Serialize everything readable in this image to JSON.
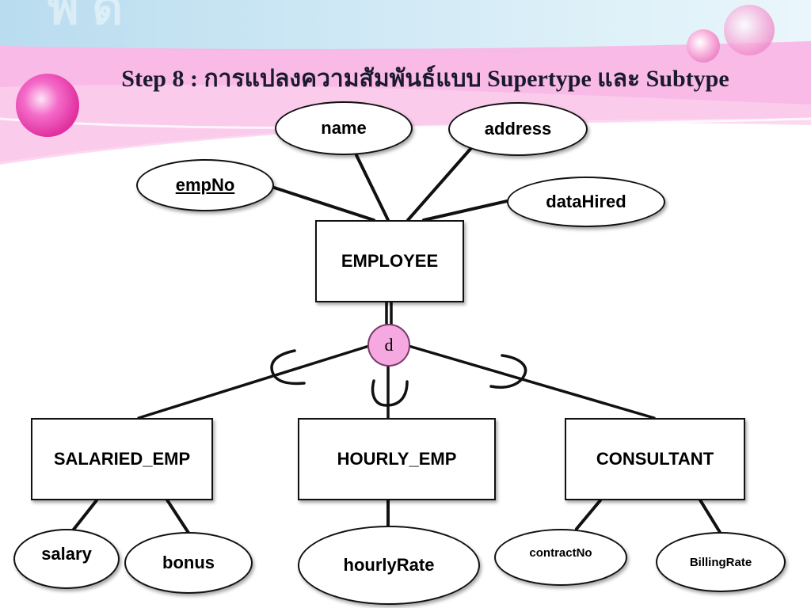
{
  "title": "Step 8 : การแปลงความสัมพันธ์แบบ Supertype และ Subtype",
  "supertype": {
    "name": "EMPLOYEE"
  },
  "disjoint_symbol": "d",
  "supertype_attributes": [
    {
      "name": "empNo",
      "key": true
    },
    {
      "name": "name"
    },
    {
      "name": "address"
    },
    {
      "name": "dataHired"
    }
  ],
  "subtypes": [
    {
      "name": "SALARIED_EMP",
      "attributes": [
        "salary",
        "bonus"
      ]
    },
    {
      "name": "HOURLY_EMP",
      "attributes": [
        "hourlyRate"
      ]
    },
    {
      "name": "CONSULTANT",
      "attributes": [
        "contractNo",
        "BillingRate"
      ]
    }
  ],
  "colors": {
    "accent_pink": "#f6a9e0",
    "banner_pink": "#f9b6e6",
    "banner_blue": "#cde8f4"
  }
}
